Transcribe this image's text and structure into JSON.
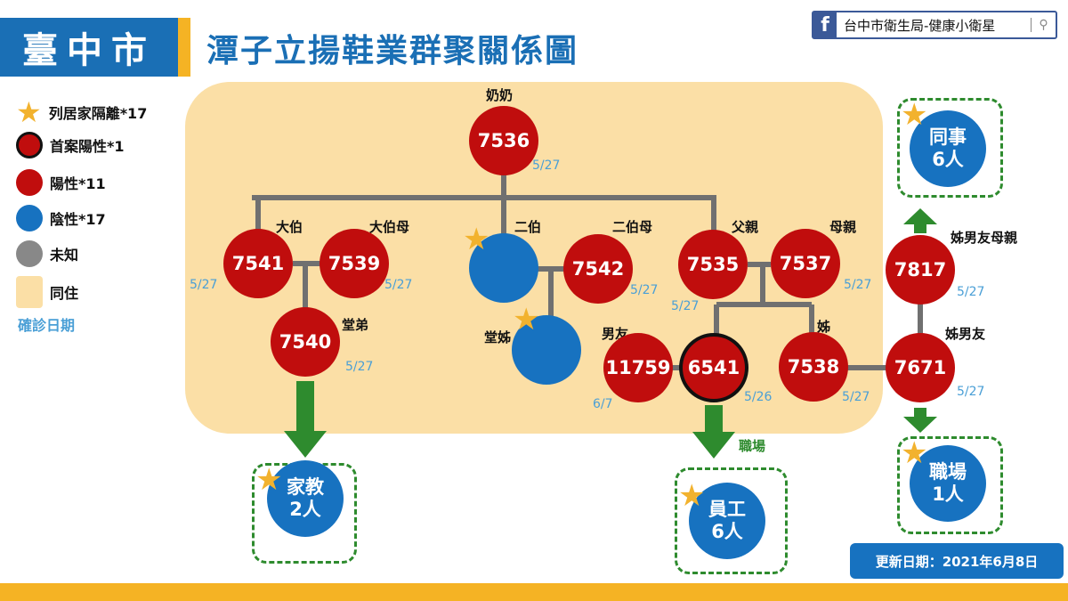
{
  "header": {
    "city": "臺中市",
    "title": "潭子立揚鞋業群聚關係圖"
  },
  "facebook": {
    "icon": "facebook-icon",
    "text": "台中市衛生局-健康小衛星",
    "search_icon": "search-icon"
  },
  "legend": [
    {
      "icon": "star",
      "label": "列居家隔離*17"
    },
    {
      "icon": "first-case-circle",
      "label": "首案陽性*1"
    },
    {
      "icon": "red-circle",
      "label": "陽性*11"
    },
    {
      "icon": "blue-circle",
      "label": "陰性*17"
    },
    {
      "icon": "gray-circle",
      "label": "未知"
    },
    {
      "icon": "beige-box",
      "label": "同住"
    },
    {
      "label": "確診日期"
    }
  ],
  "colors": {
    "positive": "#c00d0d",
    "negative": "#1772c0",
    "unknown": "#888888",
    "cohabit": "#fbdfa6",
    "date": "#4a9fd6",
    "arrow": "#2e8b2e",
    "brand": "#1a6fb5",
    "accent": "#f5b324"
  },
  "nodes": {
    "grandma": {
      "role": "奶奶",
      "id": "7536",
      "date": "5/27"
    },
    "uncle1": {
      "role": "大伯",
      "id": "7541",
      "date": "5/27"
    },
    "aunt1": {
      "role": "大伯母",
      "id": "7539",
      "date": "5/27"
    },
    "cousin_m": {
      "role": "堂弟",
      "id": "7540",
      "date": "5/27"
    },
    "uncle2": {
      "role": "二伯"
    },
    "aunt2": {
      "role": "二伯母",
      "id": "7542",
      "date": "5/27"
    },
    "cousin_f": {
      "role": "堂姊"
    },
    "father": {
      "role": "父親",
      "id": "7535",
      "date": "5/27"
    },
    "mother": {
      "role": "母親",
      "id": "7537",
      "date": "5/27"
    },
    "boyfriend": {
      "role": "男友",
      "id": "11759",
      "date": "6/7"
    },
    "index": {
      "id": "6541",
      "date": "5/26"
    },
    "sister": {
      "role": "姊",
      "id": "7538",
      "date": "5/27"
    },
    "sister_bf": {
      "role": "姊男友",
      "id": "7671",
      "date": "5/27"
    },
    "sister_bf_mother": {
      "role": "姊男友母親",
      "id": "7817",
      "date": "5/27"
    }
  },
  "groups": {
    "tutor": {
      "l1": "家教",
      "l2": "2人"
    },
    "staff": {
      "l1": "員工",
      "l2": "6人",
      "arrow_label": "職場"
    },
    "coworkers": {
      "l1": "同事",
      "l2": "6人"
    },
    "workplace": {
      "l1": "職場",
      "l2": "1人"
    }
  },
  "update": "更新日期：2021年6月8日"
}
